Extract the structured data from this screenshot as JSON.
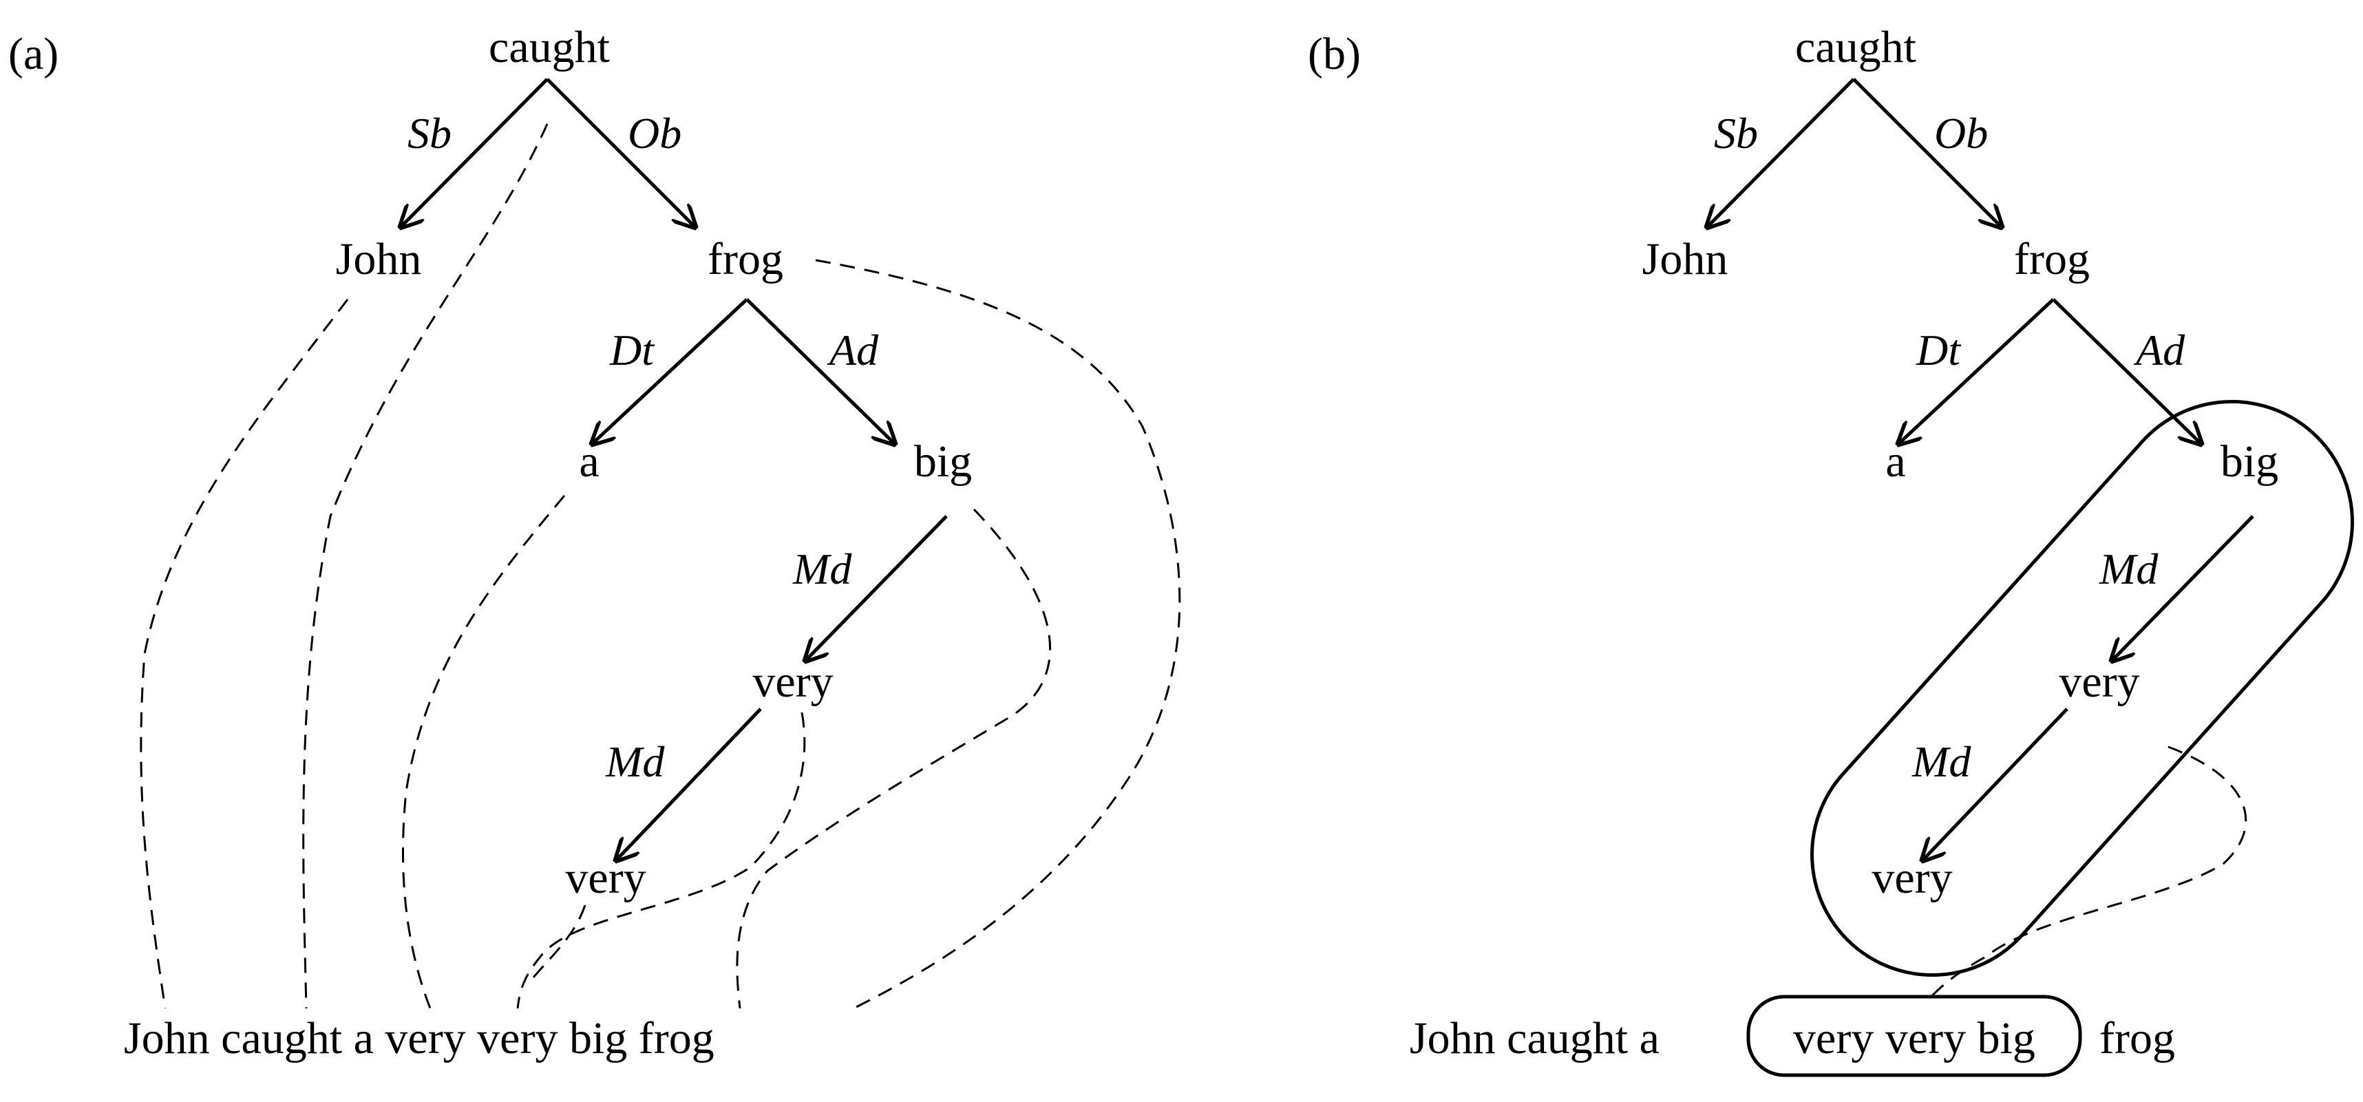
{
  "panels": [
    {
      "label": "(a)",
      "nodes": {
        "caught": "caught",
        "john": "John",
        "frog": "frog",
        "a": "a",
        "big": "big",
        "very1": "very",
        "very2": "very"
      },
      "edges": {
        "sb": "Sb",
        "ob": "Ob",
        "dt": "Dt",
        "ad": "Ad",
        "md1": "Md",
        "md2": "Md"
      },
      "sentence": "John caught a very very big frog"
    },
    {
      "label": "(b)",
      "nodes": {
        "caught": "caught",
        "john": "John",
        "frog": "frog",
        "a": "a",
        "big": "big",
        "very1": "very",
        "very2": "very"
      },
      "edges": {
        "sb": "Sb",
        "ob": "Ob",
        "dt": "Dt",
        "ad": "Ad",
        "md1": "Md",
        "md2": "Md"
      },
      "sentence_prefix": "John caught a",
      "sentence_group": "very very big",
      "sentence_suffix": "frog"
    }
  ]
}
